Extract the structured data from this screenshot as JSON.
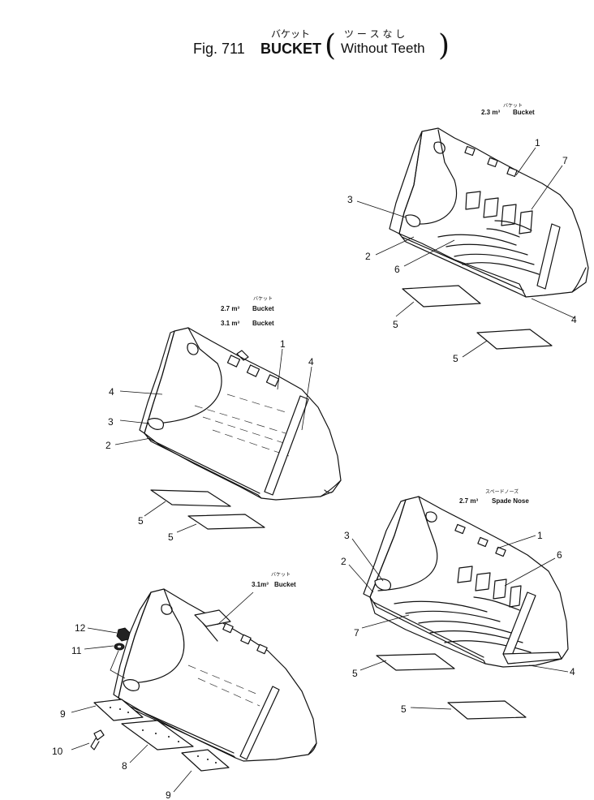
{
  "title": {
    "fig": "Fig. 711",
    "main": "BUCKET",
    "jp_main": "バケット",
    "jp_sub": "ツ ー ス な し",
    "sub": "Without Teeth"
  },
  "views": [
    {
      "id": "a",
      "jp": "バケット",
      "capacity": "2.3 m³",
      "label": "Bucket"
    },
    {
      "id": "b",
      "jp": "バケット",
      "capacity": "2.7 m³",
      "label": "Bucket",
      "capacity2": "3.1 m³",
      "label2": "Bucket"
    },
    {
      "id": "c",
      "jp": "スペードノーズ",
      "capacity": "2.7 m³",
      "label": "Spade Nose"
    },
    {
      "id": "d",
      "jp": "バケット",
      "capacity": "3.1m³",
      "label": "Bucket"
    }
  ],
  "callouts": {
    "a": [
      "1",
      "7",
      "3",
      "2",
      "6",
      "5",
      "4",
      "5"
    ],
    "b": [
      "1",
      "4",
      "4",
      "3",
      "2",
      "5",
      "5"
    ],
    "c": [
      "1",
      "6",
      "3",
      "2",
      "7",
      "5",
      "4",
      "5"
    ],
    "d": [
      "12",
      "11",
      "9",
      "10",
      "8",
      "9"
    ]
  }
}
